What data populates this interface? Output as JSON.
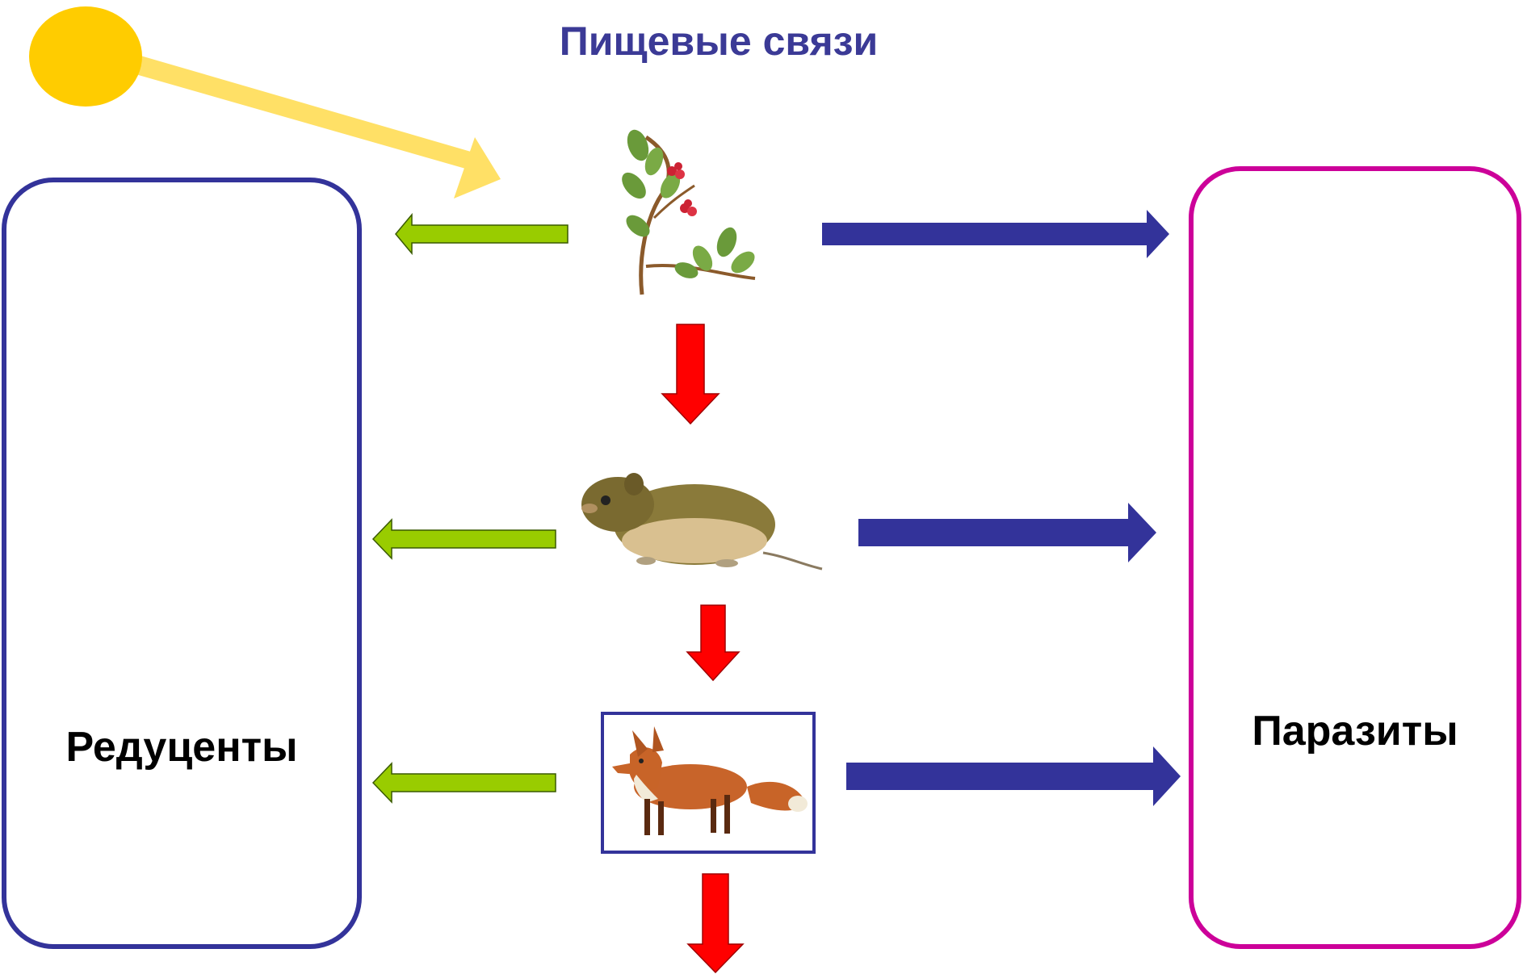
{
  "title": "Пищевые связи",
  "left_box": {
    "label": "Редуценты"
  },
  "right_box": {
    "label": "Паразиты"
  },
  "nodes": [
    {
      "name": "plant",
      "icon": "lingonberry-plant-icon"
    },
    {
      "name": "mouse",
      "icon": "vole-icon"
    },
    {
      "name": "fox",
      "icon": "fox-icon"
    }
  ],
  "colors": {
    "title": "#3b3a96",
    "reducers_border": "#33339a",
    "parasites_border": "#cc0099",
    "sun": "#ffcc00",
    "sun_ray": "#ffe066",
    "arrow_to_reducers": "#99cc00",
    "arrow_to_parasites": "#33339a",
    "arrow_chain": "#ff0000"
  }
}
